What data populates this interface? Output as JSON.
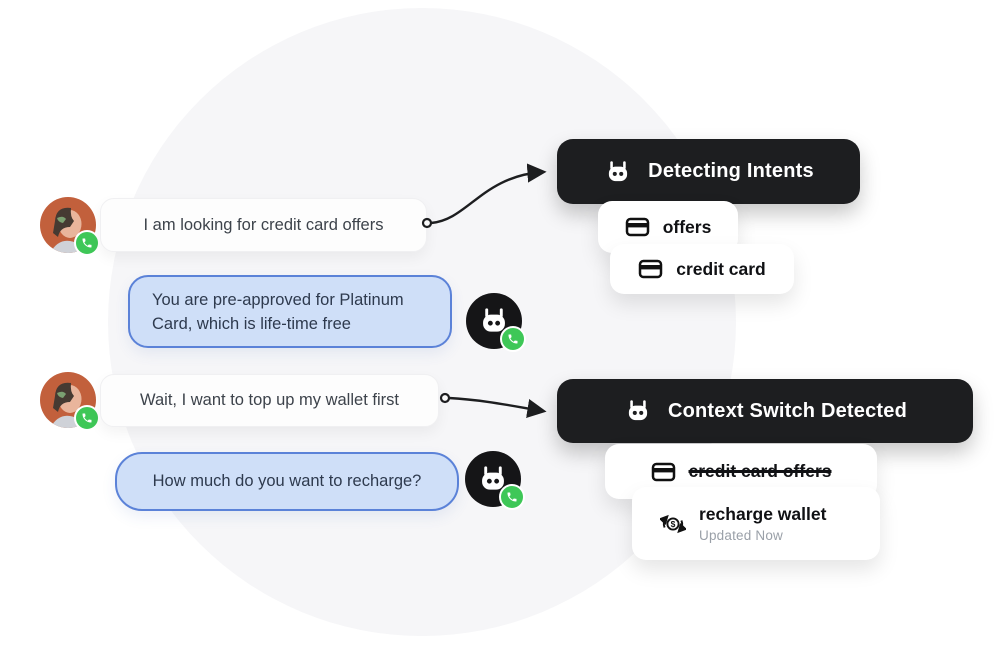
{
  "chat": {
    "user_message_1": "I am looking for credit card offers",
    "bot_message_1": "You are pre-approved for Platinum Card, which is life-time free",
    "user_message_2": "Wait, I want to top up my wallet first",
    "bot_message_2": "How much do you want to recharge?"
  },
  "intent_panel_1": {
    "title": "Detecting Intents",
    "entities": [
      {
        "label": "offers"
      },
      {
        "label": "credit card"
      }
    ]
  },
  "intent_panel_2": {
    "title": "Context Switch Detected",
    "entities": [
      {
        "label": "credit card offers",
        "style": "strikethrough"
      },
      {
        "label": "recharge wallet",
        "status": "Updated Now"
      }
    ]
  },
  "icons": {
    "bot": "robot-head-icon",
    "entity": "credit-card-icon",
    "recharge": "refresh-dollar-icon",
    "channel": "phone-call-icon"
  },
  "colors": {
    "badge_background": "#1d1e20",
    "badge_text": "#ffffff",
    "bot_bubble_background": "#cfdff8",
    "bot_bubble_border": "#5b82d8",
    "user_bubble_background": "#fdfdfd",
    "channel_badge_green": "#3ec757",
    "status_text": "#9aa0a8",
    "backdrop_circle": "#f6f6f8"
  }
}
